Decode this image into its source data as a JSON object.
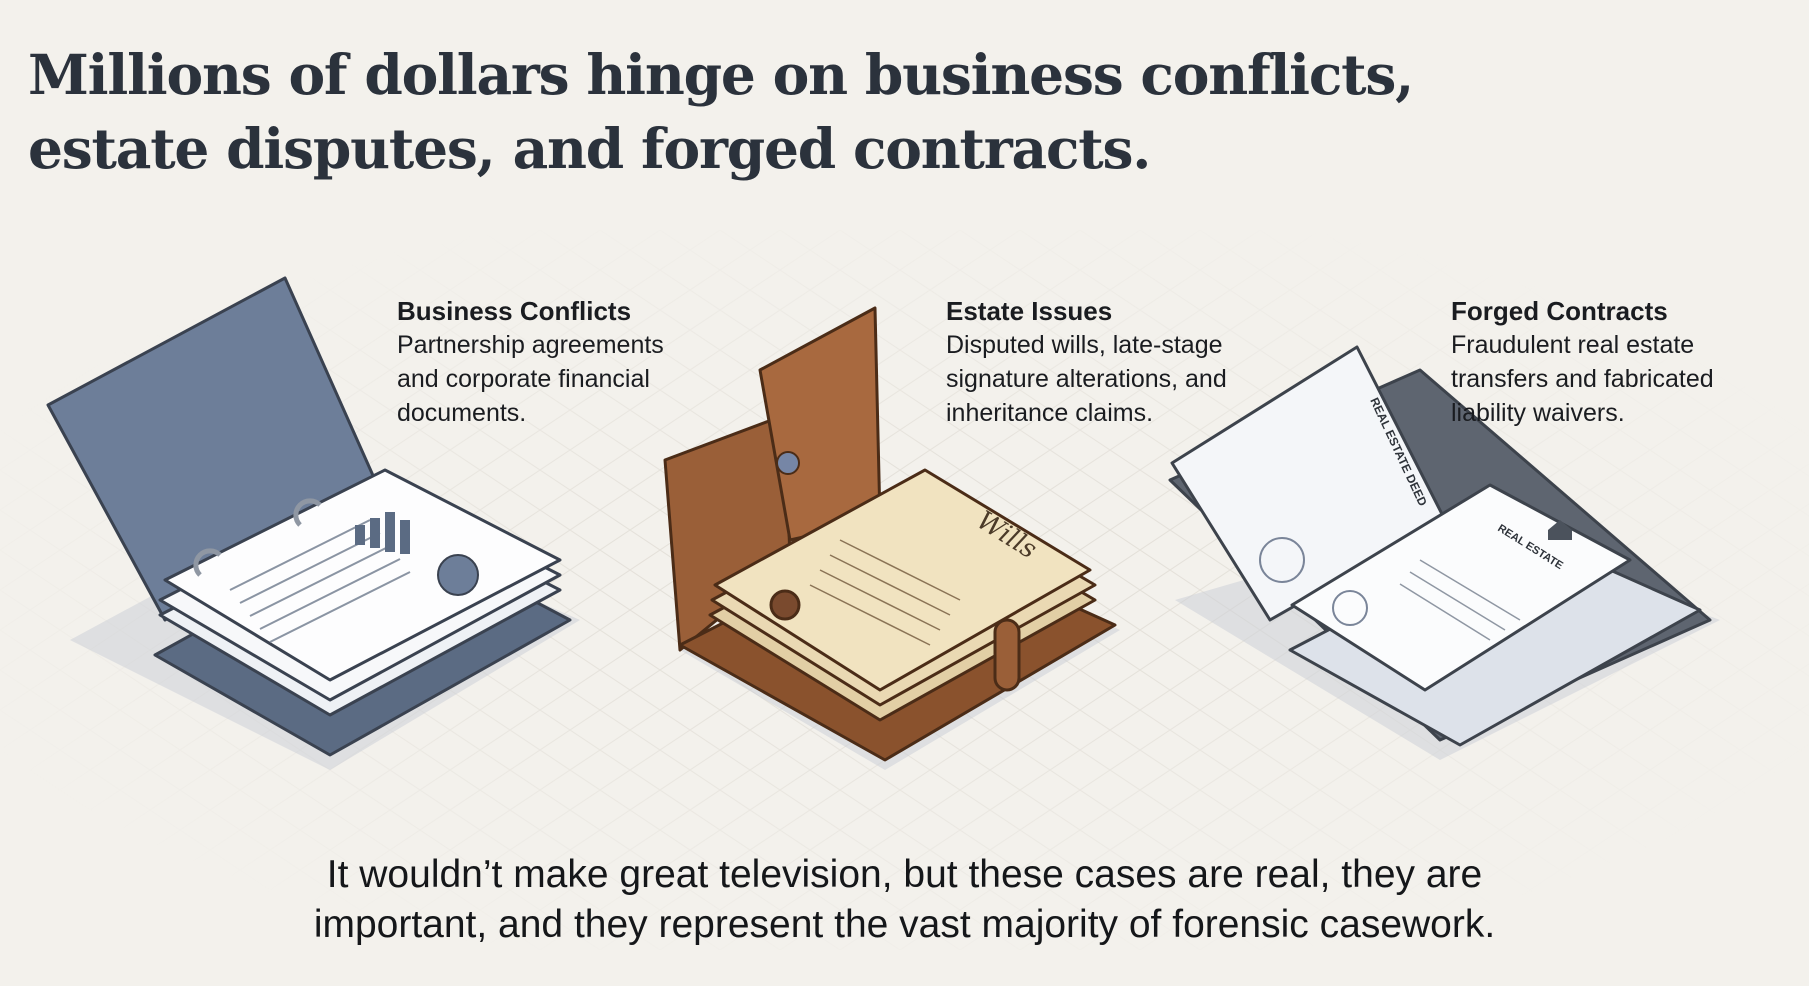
{
  "title": {
    "line1": "Millions of dollars hinge on business conflicts,",
    "line2": "estate disputes, and forged contracts."
  },
  "categories": [
    {
      "heading": "Business Conflicts",
      "lines": [
        "Partnership agreements",
        "and corporate financial",
        "documents."
      ]
    },
    {
      "heading": "Estate Issues",
      "lines": [
        "Disputed wills, late-stage",
        "signature alterations, and",
        "inheritance claims."
      ]
    },
    {
      "heading": "Forged Contracts",
      "lines": [
        "Fraudulent real estate",
        "transfers and fabricated",
        "liability waivers."
      ]
    }
  ],
  "illustration_labels": {
    "wills": "Wills",
    "deed": "REAL ESTATE DEED",
    "real_estate": "REAL ESTATE"
  },
  "footer": {
    "line1": "It wouldn’t make great television, but these cases are real, they are",
    "line2": "important, and they represent the vast majority of forensic casework."
  },
  "colors": {
    "background": "#f3f1ec",
    "binder": "#6c7d98",
    "leather": "#9a5f38",
    "parchment": "#e9d9b4",
    "folder": "#5d6470"
  }
}
